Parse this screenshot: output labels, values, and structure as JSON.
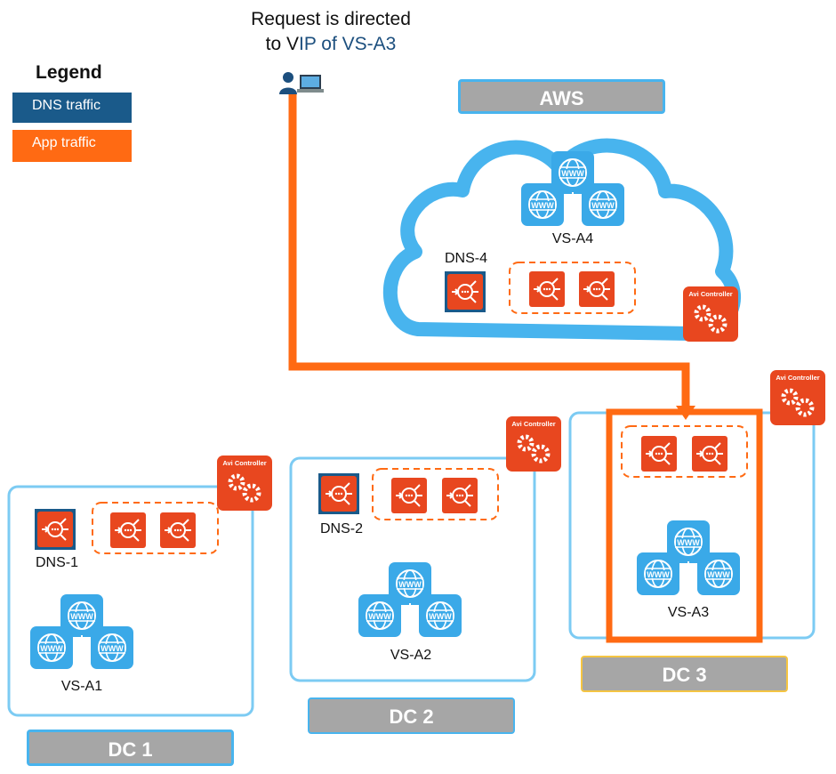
{
  "legend": {
    "title": "Legend",
    "items": [
      {
        "label": "DNS traffic",
        "color": "#1a5a8a"
      },
      {
        "label": "App traffic",
        "color": "#ff6a13"
      }
    ]
  },
  "request": {
    "line1": "Request is directed",
    "line2_prefix": "to V",
    "line2_highlight": "IP of VS-A3"
  },
  "controller_label": "Avi Controller",
  "aws": {
    "banner": "AWS",
    "dns_label": "DNS-4",
    "vs_label": "VS-A4"
  },
  "dc1": {
    "banner": "DC 1",
    "dns_label": "DNS-1",
    "vs_label": "VS-A1"
  },
  "dc2": {
    "banner": "DC 2",
    "dns_label": "DNS-2",
    "vs_label": "VS-A2"
  },
  "dc3": {
    "banner": "DC 3",
    "vs_label": "VS-A3"
  },
  "colors": {
    "dns_blue": "#1a5a8a",
    "app_orange": "#ff6a13",
    "avi_red": "#e8471f",
    "sky_blue": "#48b4ee",
    "www_blue": "#3aa9e8",
    "banner_gray": "#a6a6a6"
  },
  "icons": [
    "user-laptop-icon",
    "avi-controller-icon",
    "load-balancer-icon",
    "www-globe-icon",
    "cloud-icon"
  ]
}
